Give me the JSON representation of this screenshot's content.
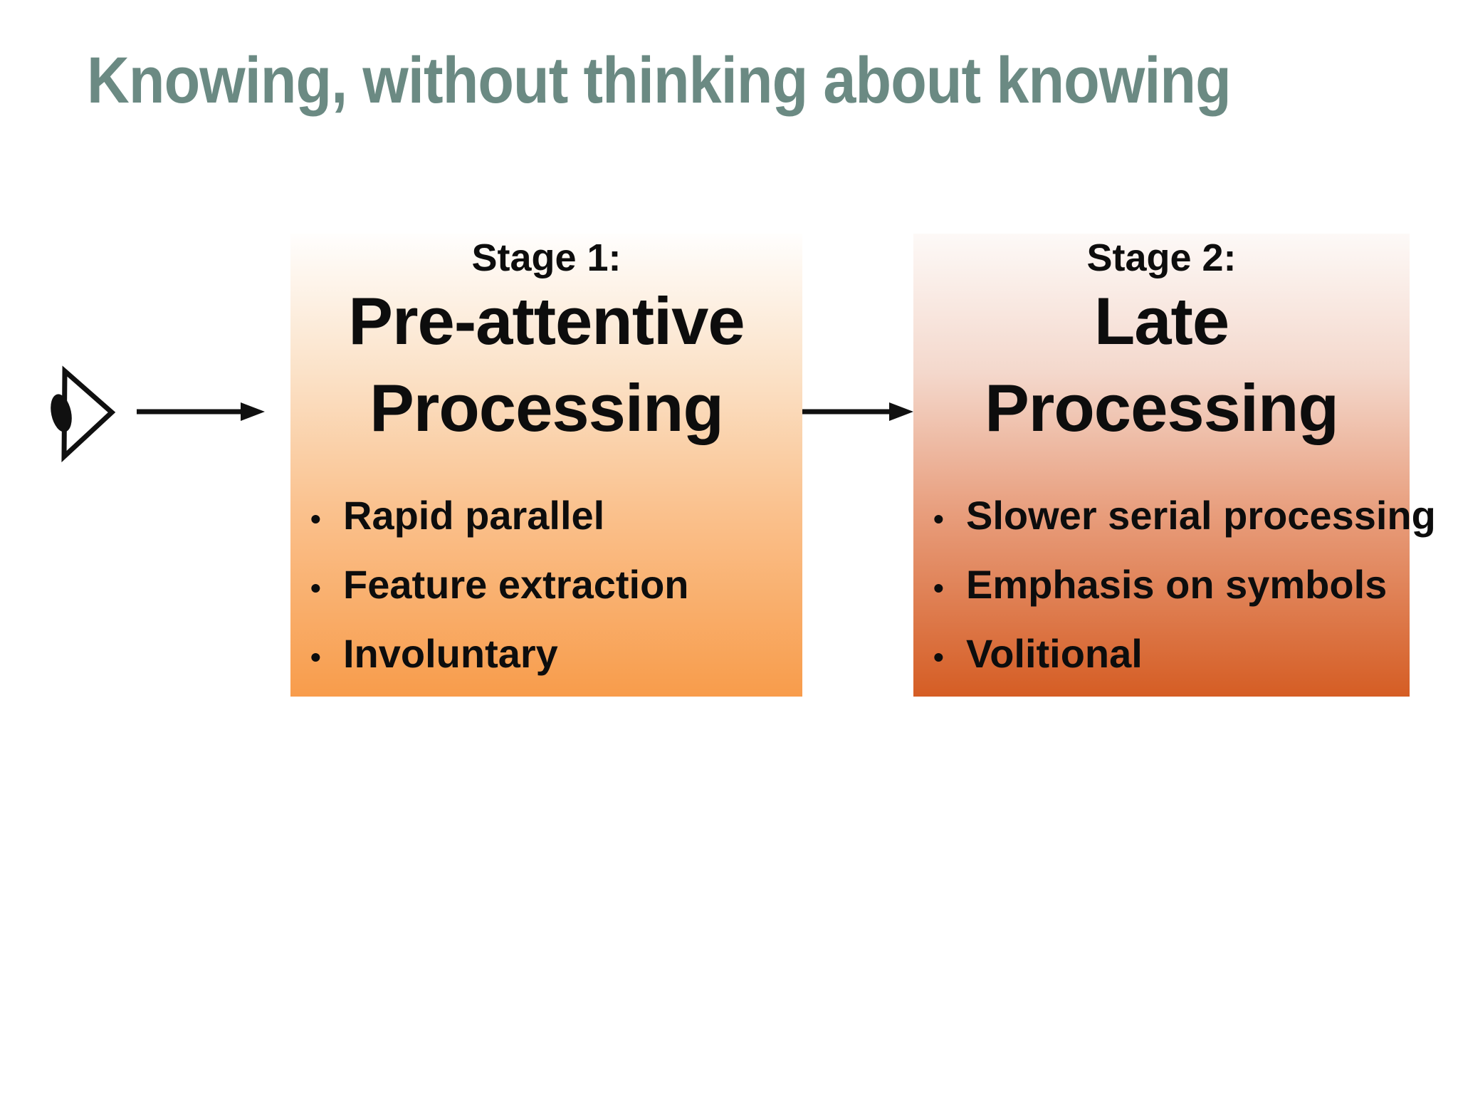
{
  "slide": {
    "title": "Knowing, without thinking about knowing",
    "title_color": "#6B8A83",
    "background_color": "#FFFFFF",
    "text_color": "#0D0D0D"
  },
  "icons": {
    "eye": "eye-icon",
    "flow_arrow_1": "arrow-right-icon",
    "flow_arrow_2": "arrow-right-icon"
  },
  "stages": [
    {
      "label": "Stage 1:",
      "heading_lines": {
        "0": "Pre-attentive",
        "1": "Processing"
      },
      "bullets": {
        "0": "Rapid parallel",
        "1": "Feature extraction",
        "2": "Involuntary"
      },
      "gradient": [
        "#FFFEFD",
        "#FBE2C8",
        "#FAC18D",
        "#F89C4B"
      ]
    },
    {
      "label": "Stage 2:",
      "heading_lines": {
        "0": "Late",
        "1": "Processing"
      },
      "bullets": {
        "0": "Slower serial processing",
        "1": "Emphasis on symbols",
        "2": "Volitional"
      },
      "gradient": [
        "#FDF9F7",
        "#F4D8CC",
        "#E89E7D",
        "#D55D24"
      ]
    }
  ],
  "bullet_glyph": "•"
}
